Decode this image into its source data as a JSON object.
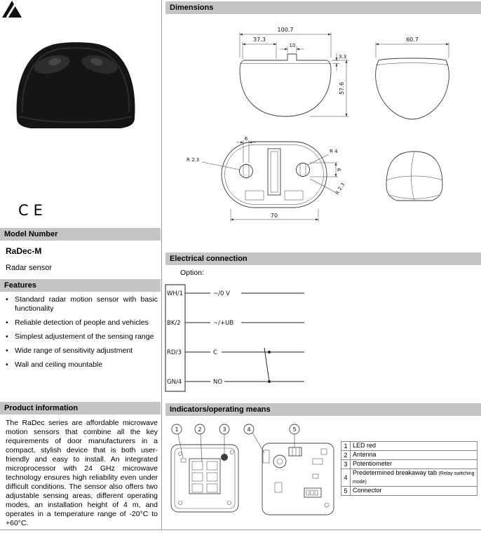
{
  "left": {
    "ce_mark": "CE",
    "model_number_header": "Model Number",
    "model_number": "RaDec-M",
    "model_desc": "Radar sensor",
    "features_header": "Features",
    "features": [
      "Standard radar motion sensor with basic functionality",
      "Reliable detection of people and vehicles",
      "Simplest adjustement of the sensing range",
      "Wide range of sensitivity adjustment",
      "Wall and ceiling mountable"
    ],
    "product_info_header": "Product information",
    "product_info": "The RaDec series are affordable microwave motion sensors that combine all the key requirements of door manufacturers in a compact, stylish device that is both user-friendly and easy to install. An integrated microprocessor with 24 GHz microwave technology ensures high reliability even under difficult conditions. The sensor also offers two adjustable sensing areas, different operating modes, an installation height of 4 m, and operates in a temperature range of -20°C to +60°C."
  },
  "dimensions": {
    "header": "Dimensions",
    "labels": {
      "total_width": "100.7",
      "inner_width": "37.3",
      "tab_width": "10",
      "cap_height": "3.3",
      "total_height": "57.6",
      "side_width": "60.7",
      "radius_left": "R 2.3",
      "radius_right": "R 4",
      "slot_width": "6",
      "slot_offset": "9",
      "radius_bottom": "R 2.3",
      "base_width": "70"
    }
  },
  "electrical": {
    "header": "Electrical connection",
    "option_label": "Option:",
    "terminals": [
      {
        "pin": "WH/1",
        "signal": "~/0 V"
      },
      {
        "pin": "BK/2",
        "signal": "~/+UB"
      },
      {
        "pin": "RD/3",
        "signal": "C"
      },
      {
        "pin": "GN/4",
        "signal": "NO"
      }
    ]
  },
  "indicators": {
    "header": "Indicators/operating means",
    "callouts": [
      "1",
      "2",
      "3",
      "4",
      "5"
    ],
    "legend": [
      {
        "num": "1",
        "label": "LED red",
        "note": ""
      },
      {
        "num": "2",
        "label": "Antenna",
        "note": ""
      },
      {
        "num": "3",
        "label": "Potentiometer",
        "note": ""
      },
      {
        "num": "4",
        "label": "Predetermined breakaway tab ",
        "note": "(Relay switching mode)"
      },
      {
        "num": "5",
        "label": "Connector",
        "note": ""
      }
    ]
  }
}
